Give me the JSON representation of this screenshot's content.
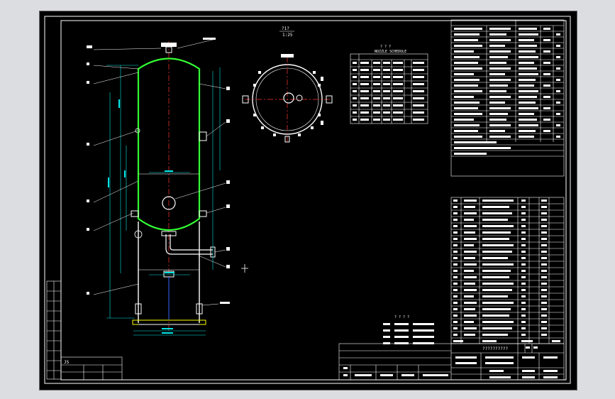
{
  "top_view": {
    "label": "?1?",
    "scale": "1:25"
  },
  "nozzle_table": {
    "title_marks": "? ? ?",
    "title": "NOZZLE SCHEDULE"
  },
  "notes": {
    "title": "? ? ? ?"
  },
  "title_block": {
    "drawing_name": "??????????"
  },
  "left_box": {
    "label": "JS"
  }
}
